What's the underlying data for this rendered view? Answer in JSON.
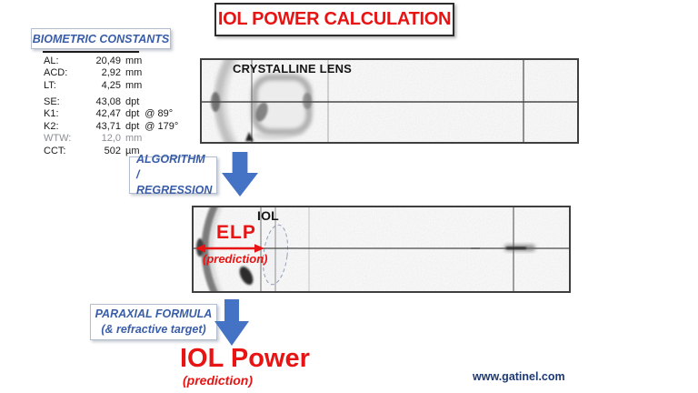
{
  "slide": {
    "title": "IOL POWER CALCULATION",
    "website": "www.gatinel.com"
  },
  "biometric": {
    "header": "BIOMETRIC CONSTANTS",
    "rows": [
      {
        "label": "AL:",
        "value": "20,49",
        "unit": "mm",
        "extra": ""
      },
      {
        "label": "ACD:",
        "value": "2,92",
        "unit": "mm",
        "extra": ""
      },
      {
        "label": "LT:",
        "value": "4,25",
        "unit": "mm",
        "extra": ""
      },
      {
        "label": "SE:",
        "value": "43,08",
        "unit": "dpt",
        "extra": ""
      },
      {
        "label": "K1:",
        "value": "42,47",
        "unit": "dpt",
        "extra": "@ 89°"
      },
      {
        "label": "K2:",
        "value": "43,71",
        "unit": "dpt",
        "extra": "@ 179°"
      },
      {
        "label": "WTW:",
        "value": "12,0",
        "unit": "mm",
        "extra": ""
      },
      {
        "label": "CCT:",
        "value": "502",
        "unit": "µm",
        "extra": ""
      }
    ]
  },
  "flow": {
    "algorithm_line1": "ALGORITHM",
    "algorithm_line2": "/ REGRESSION",
    "paraxial_line1": "PARAXIAL FORMULA",
    "paraxial_line2": "(& refractive target)",
    "result_title": "IOL Power",
    "result_subtitle": "(prediction)"
  },
  "scan_crystalline": {
    "label": "CRYSTALLINE LENS"
  },
  "scan_iol": {
    "label": "IOL",
    "elp_label": "ELP",
    "elp_subtitle": "(prediction)"
  },
  "colors": {
    "title_red": "#e81414",
    "accent_blue": "#3a5da8",
    "arrow_blue": "#4472c4",
    "website_navy": "#1d3a75"
  }
}
